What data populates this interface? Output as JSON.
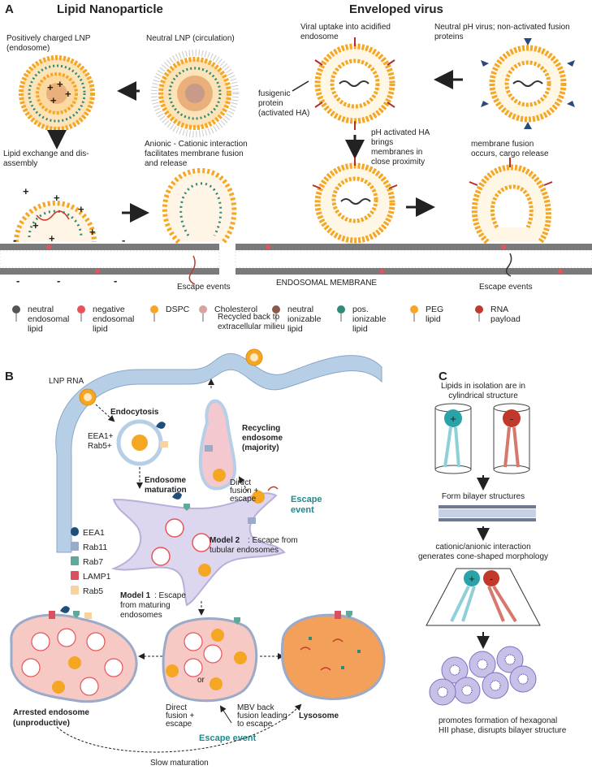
{
  "panels": {
    "a": "A",
    "b": "B",
    "c": "C"
  },
  "sections": {
    "lnp": "Lipid Nanoparticle",
    "virus": "Enveloped virus"
  },
  "a": {
    "pos_lnp": [
      "Positively charged LNP",
      "(endosome)"
    ],
    "neutral_lnp": "Neutral LNP (circulation)",
    "viral_uptake": [
      "Viral uptake into acidified",
      "endosome"
    ],
    "neutral_ph": [
      "Neutral pH virus; non-activated fusion",
      "proteins"
    ],
    "fusigenic": [
      "fusigenic",
      "protein",
      "(activated HA)"
    ],
    "lipid_exchange": [
      "Lipid exchange and dis-",
      "assembly"
    ],
    "anionic": [
      "Anionic - Cationic interaction",
      "facilitates membrane fusion",
      "and release"
    ],
    "ph_activated": [
      "pH activated HA",
      "brings",
      "membranes in",
      "close proximity"
    ],
    "membrane_fusion": [
      "membrane fusion",
      "occurs, cargo release"
    ],
    "escape_left": "Escape events",
    "escape_right": "Escape events",
    "endosomal_membrane": "ENDOSOMAL MEMBRANE",
    "plus": "+",
    "minus": "-"
  },
  "legend_a": [
    {
      "label": [
        "neutral",
        "endosomal",
        "lipid"
      ],
      "color": "#555555"
    },
    {
      "label": [
        "negative",
        "endosomal",
        "lipid"
      ],
      "color": "#e8535a"
    },
    {
      "label": [
        "DSPC"
      ],
      "color": "#f5a623"
    },
    {
      "label": [
        "Cholesterol"
      ],
      "color": "#d9a4a0"
    },
    {
      "label": [
        "neutral",
        "ionizable",
        "lipid"
      ],
      "color": "#8b5a4a"
    },
    {
      "label": [
        "pos.",
        "ionizable",
        "lipid"
      ],
      "color": "#2e8b7a"
    },
    {
      "label": [
        "PEG",
        "lipid"
      ],
      "color": "#f5a623"
    },
    {
      "label": [
        "RNA",
        "payload"
      ],
      "color": "#c0392b"
    }
  ],
  "b": {
    "recycled": [
      "Recycled back to",
      "extracellular milieu"
    ],
    "lnp_rna": "LNP RNA",
    "endocytosis": "Endocytosis",
    "eea1_rab5": [
      "EEA1+",
      "Rab5+"
    ],
    "recycling": [
      "Recycling",
      "endosome",
      "(majority)"
    ],
    "endosome_maturation": [
      "Endosome",
      "maturation"
    ],
    "direct_fusion_top": [
      "Direct",
      "fusion +",
      "escape"
    ],
    "escape_event_top": [
      "Escape",
      "event"
    ],
    "model2": [
      "Model 2",
      ": Escape from",
      "tubular endosomes"
    ],
    "model1": [
      "Model 1",
      ": Escape",
      "from maturing",
      "endosomes"
    ],
    "arrested": [
      "Arrested endosome",
      "(unproductive)"
    ],
    "lysosome": "Lysosome",
    "or": "or",
    "direct_fusion_bottom": [
      "Direct",
      "fusion +",
      "escape"
    ],
    "mbv": [
      "MBV back",
      "fusion leading",
      "to escape"
    ],
    "escape_event_bottom": "Escape event",
    "slow_maturation": "Slow maturation"
  },
  "legend_b": [
    {
      "label": "EEA1",
      "color": "#1f4e79"
    },
    {
      "label": "Rab11",
      "color": "#9aaac8"
    },
    {
      "label": "Rab7",
      "color": "#5fa89a"
    },
    {
      "label": "LAMP1",
      "color": "#d9505f"
    },
    {
      "label": "Rab5",
      "color": "#f7d3a0"
    }
  ],
  "c": {
    "isolation": [
      "Lipids in isolation are in",
      "cylindrical structure"
    ],
    "bilayer": "Form bilayer structures",
    "cationic": [
      "cationic/anionic interaction",
      "generates cone-shaped morphology"
    ],
    "hexagonal": [
      "promotes formation of hexagonal",
      "HII phase, disrupts bilayer structure"
    ],
    "plus": "+",
    "minus": "-"
  },
  "colors": {
    "orange": "#f5a623",
    "teal": "#2e8b7a",
    "membrane_gray": "#9e9e9e",
    "endo_lilac": "#dcd6ef",
    "endo_pink": "#f6c9c4",
    "lysosome": "#f2a05a",
    "escape_teal": "#1f8a8c",
    "cell_blue": "#b7cfe6"
  }
}
